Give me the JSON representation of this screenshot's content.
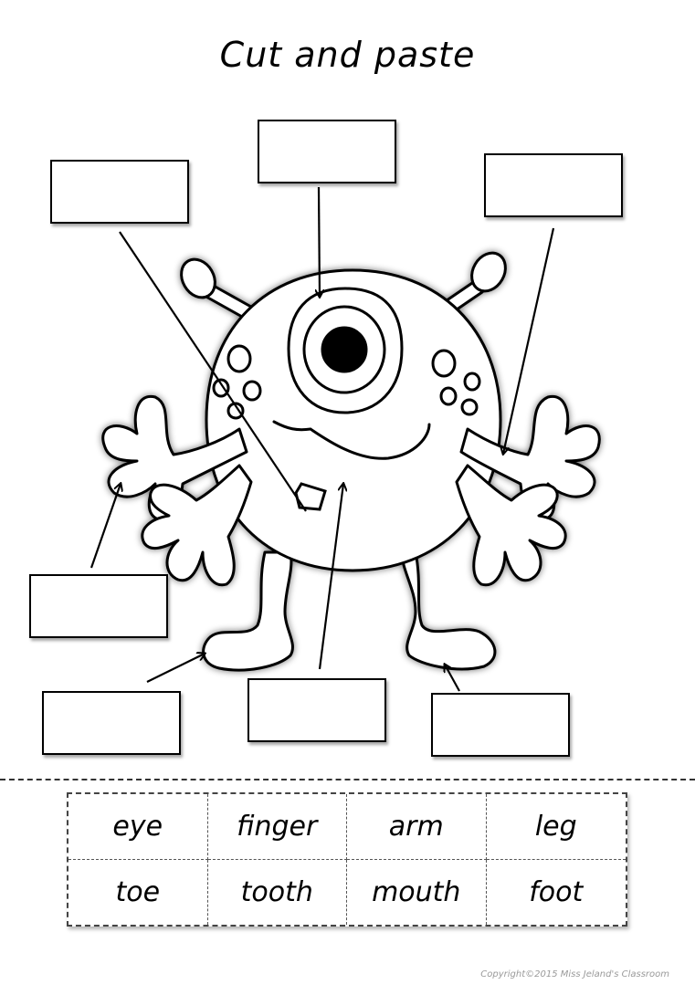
{
  "title": "Cut and paste",
  "words": [
    "eye",
    "finger",
    "arm",
    "leg",
    "toe",
    "tooth",
    "mouth",
    "foot"
  ],
  "copyright": "Copyright©2015 Miss Jeland's Classroom"
}
